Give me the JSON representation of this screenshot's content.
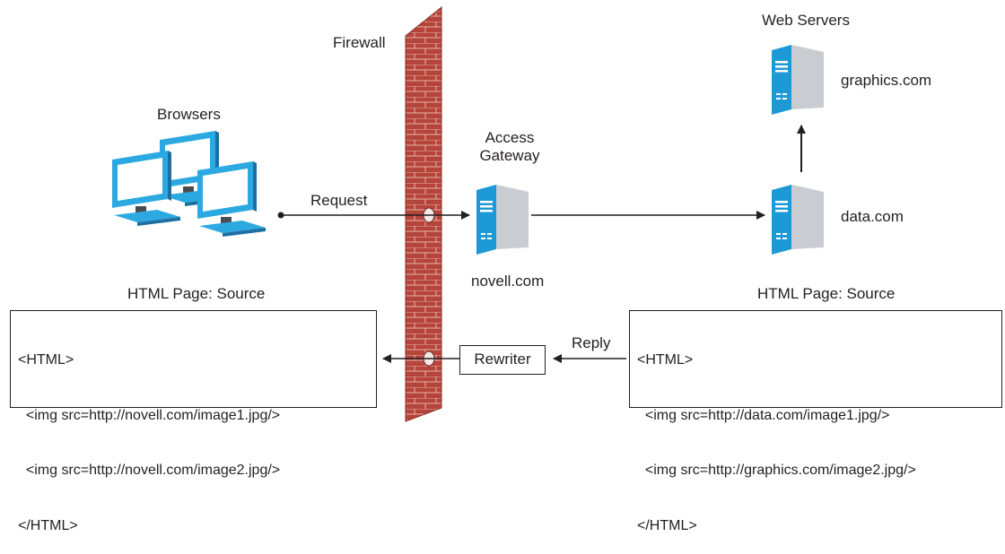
{
  "labels": {
    "firewall": "Firewall",
    "web_servers": "Web Servers",
    "browsers": "Browsers",
    "access_gateway": "Access\nGateway",
    "request": "Request",
    "reply": "Reply",
    "rewriter": "Rewriter"
  },
  "servers": {
    "gateway": "novell.com",
    "graphics": "graphics.com",
    "data": "data.com"
  },
  "left_source": {
    "title": "HTML Page: Source",
    "lines": [
      "<HTML>",
      "  <img src=http://novell.com/image1.jpg/>",
      "  <img src=http://novell.com/image2.jpg/>",
      "</HTML>"
    ]
  },
  "right_source": {
    "title": "HTML Page: Source",
    "lines": [
      "<HTML>",
      "  <img src=http://data.com/image1.jpg/>",
      "  <img src=http://graphics.com/image2.jpg/>",
      "</HTML>"
    ]
  },
  "colors": {
    "brick": "#b5443a",
    "mortar": "#e8b4a8",
    "server_blue": "#1d9ad6",
    "server_gray": "#c9ccd0",
    "monitor_blue": "#2ca9e1",
    "line": "#231f20"
  }
}
